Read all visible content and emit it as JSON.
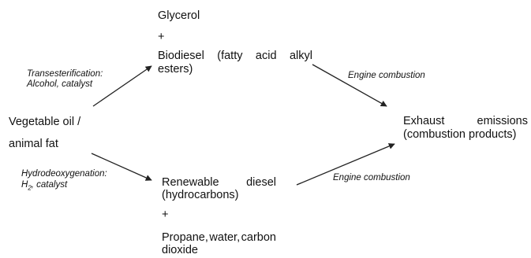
{
  "source": {
    "line1": "Vegetable oil /",
    "line2": "animal fat"
  },
  "top_product": {
    "glycerol": "Glycerol",
    "plus": "+",
    "biodiesel_line1_words": [
      "Biodiesel",
      "(fatty",
      "acid",
      "alkyl"
    ],
    "biodiesel_line2": "esters)"
  },
  "bottom_product": {
    "line1_words": [
      "Renewable",
      "diesel"
    ],
    "line2": "(hydrocarbons)",
    "plus": "+",
    "byproducts_line1_words": [
      "Propane,",
      "water,",
      "carbon"
    ],
    "byproducts_line2": "dioxide"
  },
  "outcome": {
    "line1_words": [
      "Exhaust",
      "emissions"
    ],
    "line2": "(combustion products)"
  },
  "processes": {
    "transesterification_line1": "Transesterification:",
    "transesterification_line2": "Alcohol, catalyst",
    "hydro_line1": "Hydrodeoxygenation:",
    "hydro_line2_symbol": "H",
    "hydro_line2_subscript": "2",
    "hydro_line2_rest": ", catalyst",
    "combustion_top": "Engine combustion",
    "combustion_bottom": "Engine combustion"
  },
  "colors": {
    "text": "#111111",
    "arrow": "#222222"
  }
}
